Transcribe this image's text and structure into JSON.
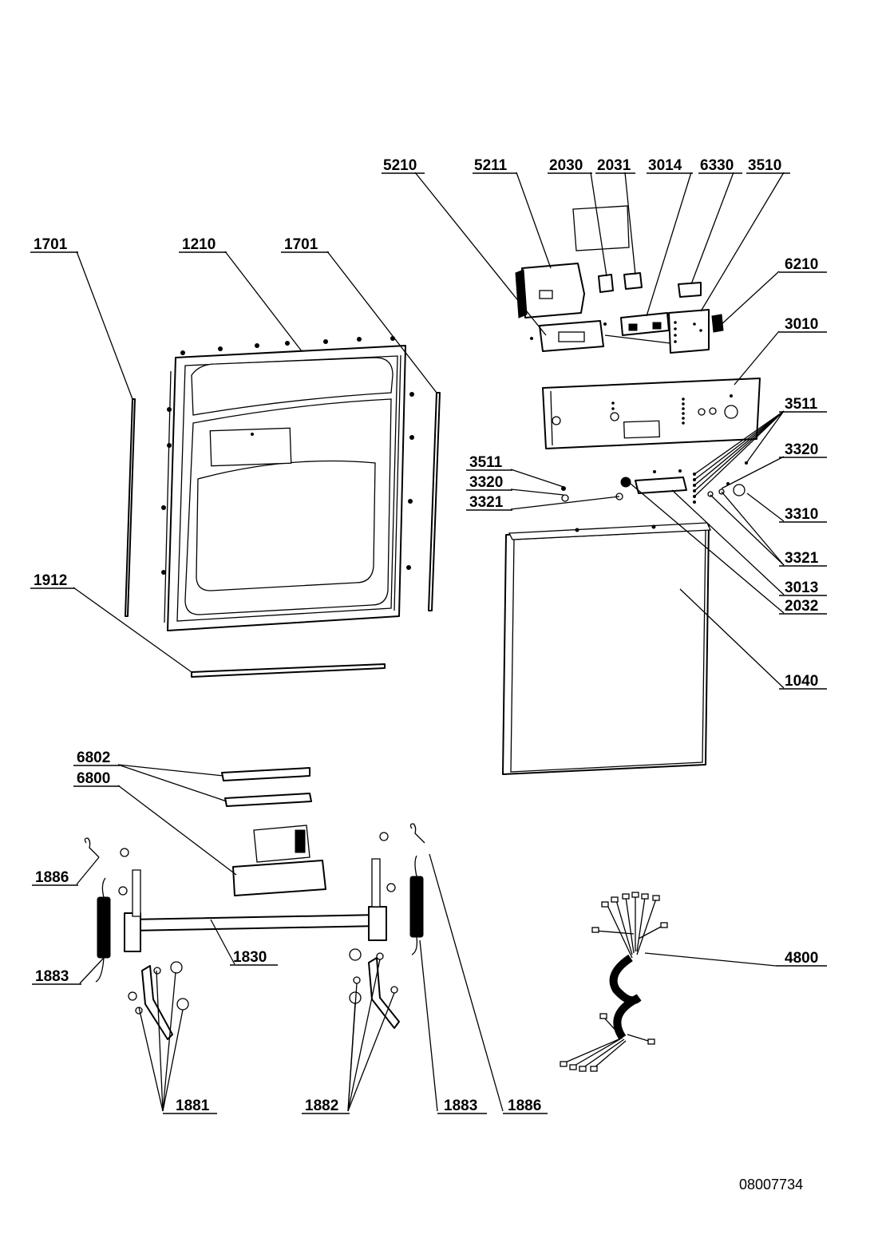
{
  "document_number": "08007734",
  "callouts": {
    "c5210": "5210",
    "c5211": "5211",
    "c2030": "2030",
    "c2031": "2031",
    "c3014": "3014",
    "c6330": "6330",
    "c3510": "3510",
    "c6210": "6210",
    "c3010": "3010",
    "c1701_left": "1701",
    "c1210": "1210",
    "c1701_right": "1701",
    "c3511_right": "3511",
    "c3320_right": "3320",
    "c3511_left": "3511",
    "c3320_left": "3320",
    "c3321_left": "3321",
    "c3310": "3310",
    "c3321_right": "3321",
    "c3013": "3013",
    "c2032": "2032",
    "c1912": "1912",
    "c1040": "1040",
    "c6802": "6802",
    "c6800": "6800",
    "c1886_left": "1886",
    "c1830": "1830",
    "c1883_left": "1883",
    "c4800": "4800",
    "c1881": "1881",
    "c1882": "1882",
    "c1883_right": "1883",
    "c1886_right": "1886"
  }
}
